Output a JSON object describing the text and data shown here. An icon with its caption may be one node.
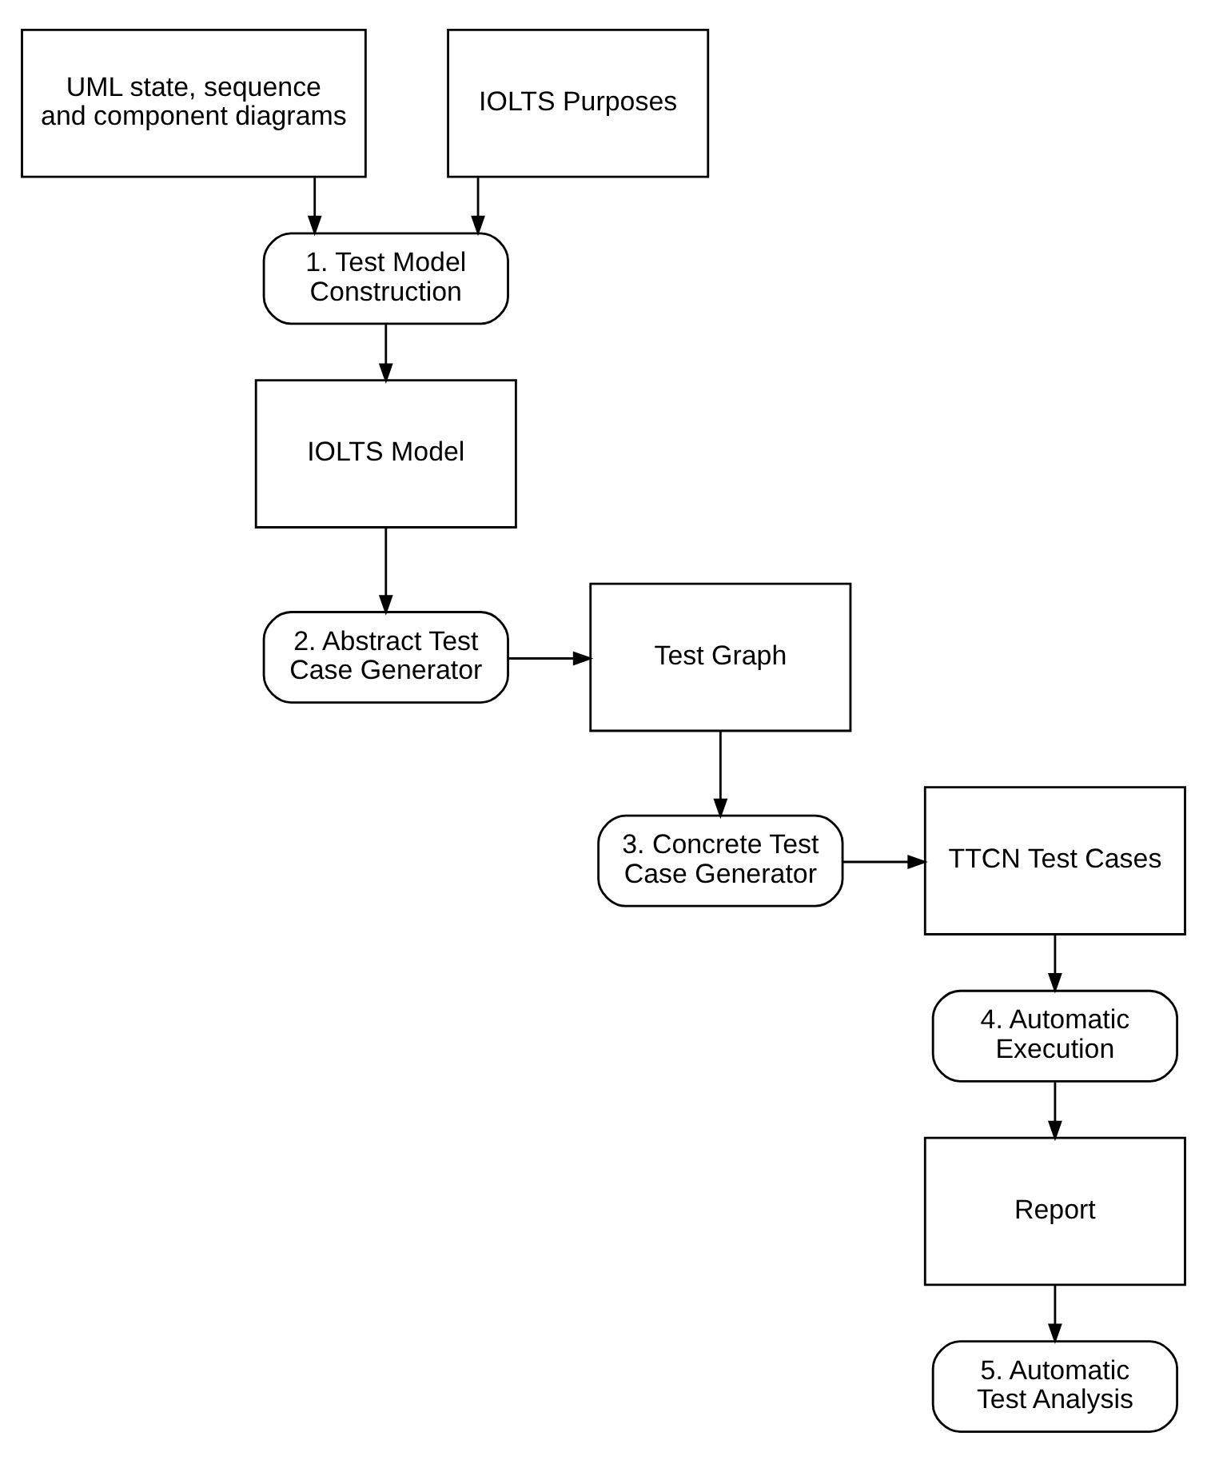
{
  "diagram": {
    "nodes": [
      {
        "text": [
          "UML state, sequence and component diagrams"
        ]
      },
      {
        "text": [
          "IOLTS Purposes"
        ]
      },
      {
        "text": [
          "1. Test Model Construction"
        ]
      },
      {
        "text": [
          "IOLTS Model"
        ]
      },
      {
        "text": [
          "2. Abstract Test Case Generator"
        ]
      },
      {
        "text": [
          "Test Graph"
        ]
      },
      {
        "text": [
          "3. Concrete Test Case Generator"
        ]
      },
      {
        "text": [
          "TTCN Test Cases"
        ]
      },
      {
        "text": [
          "4. Automatic Execution"
        ]
      },
      {
        "text": [
          "Report"
        ]
      },
      {
        "text": [
          "5. Automatic Test Analysis"
        ]
      }
    ],
    "edges": [
      {
        "from": 0,
        "to": 2,
        "arrow": "to"
      },
      {
        "from": 1,
        "to": 2,
        "arrow": "to"
      },
      {
        "from": 2,
        "to": 3,
        "arrow": "to"
      },
      {
        "from": 3,
        "to": 4,
        "arrow": "to"
      },
      {
        "from": 4,
        "to": 5,
        "arrow": "to"
      },
      {
        "from": 5,
        "to": 6,
        "arrow": "to"
      },
      {
        "from": 6,
        "to": 7,
        "arrow": "to"
      },
      {
        "from": 7,
        "to": 8,
        "arrow": "to"
      },
      {
        "from": 8,
        "to": 9,
        "arrow": "to"
      },
      {
        "from": 9,
        "to": 10,
        "arrow": "to"
      }
    ]
  }
}
